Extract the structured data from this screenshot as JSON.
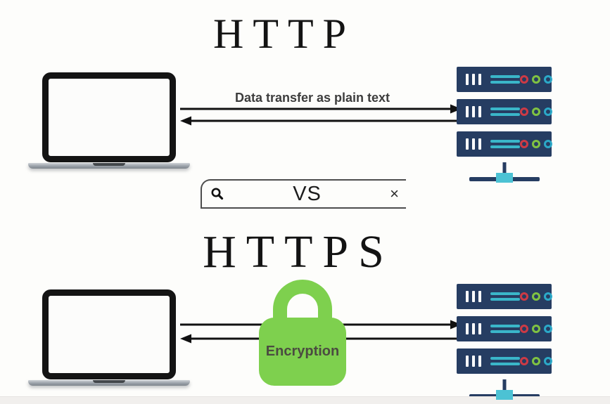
{
  "http_section": {
    "title": "HTTP",
    "arrow_label": "Data transfer as plain text"
  },
  "divider": {
    "search_value": "VS",
    "close_glyph": "×"
  },
  "https_section": {
    "title": "HTTPS",
    "lock_label": "Encryption"
  },
  "colors": {
    "background": "#fdfdfb",
    "server_navy": "#263d62",
    "accent_cyan": "#3ab6c9",
    "led_red": "#cd3a45",
    "led_green": "#7fc242",
    "led_cyan": "#2ba9c8",
    "stand_cyan": "#4cc2d4",
    "lock_green": "#7ed04e",
    "lock_label_color": "#4b4b41",
    "arrow_black": "#111111",
    "label_gray": "#3d3d3d",
    "footer_strip": "#f1efed"
  }
}
